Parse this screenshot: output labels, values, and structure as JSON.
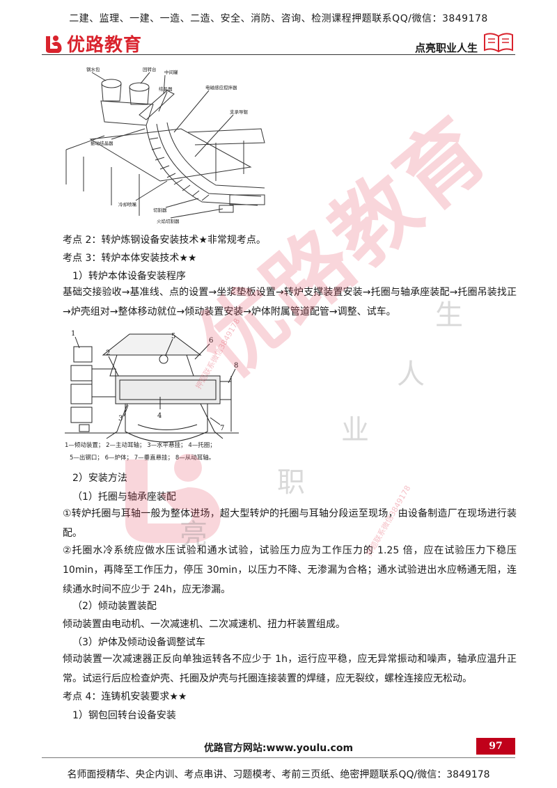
{
  "banner_top": "二建、监理、一建、一造、二造、安全、消防、咨询、检测课程押题联系QQ/微信：3849178",
  "header": {
    "brand": "优路教育",
    "slogan": "点亮职业人生"
  },
  "figure1_labels": {
    "l1": "钢水包",
    "l2": "回转台",
    "l3": "中间罐",
    "l4": "结晶器",
    "l5": "电磁感应搅拌器",
    "l6": "支承导辊",
    "l7": "振动结晶器",
    "l8": "冷却喷嘴",
    "l9": "切割器",
    "l10": "火焰切割器"
  },
  "lines": {
    "k2": "考点 2：转炉炼钢设备安装技术★非常规考点。",
    "k3": "考点 3：转炉本体安装技术★★",
    "s1": "1）转炉本体设备安装程序",
    "proc": "基础交接验收→基准线、点的设置→坐浆垫板设置→转炉支撑装置安装→托圈与轴承座装配→托圈吊装找正→炉壳组对→整体移动就位→倾动装置安装→炉体附属管道配管→调整、试车。",
    "cap1": "1—倾动装置；  2—主动耳轴；  3—水平悬挂；  4—托圈；",
    "cap2": "5—出钢口；  6—炉体；  7—垂直悬挂；  8—从动耳轴。",
    "s2": "2）安装方法",
    "s2_1": "（1）托圈与轴承座装配",
    "p1": "①转炉托圈与耳轴一般为整体进场，超大型转炉的托圈与耳轴分段运至现场，由设备制造厂在现场进行装配。",
    "p2": "②托圈水冷系统应做水压试验和通水试验，试验压力应为工作压力的 1.25 倍，应在试验压力下稳压 10min，再降至工作压力，停压 30min，以压力不降、无渗漏为合格；通水试验进出水应畅通无阻，连续通水时间不应少于 24h，应无渗漏。",
    "s2_2": "（2）倾动装置装配",
    "p3": "倾动装置由电动机、一次减速机、二次减速机、扭力杆装置组成。",
    "s2_3": "（3）炉体及倾动设备调整试车",
    "p4": "倾动装置一次减速器正反向单独运转各不应少于 1h，运行应平稳，应无异常振动和噪声，轴承应温升正常。试运行后应检查炉壳、托圈及炉壳与托圈连接装置的焊缝，应无裂纹，螺栓连接应无松动。",
    "k4": "考点 4：连铸机安装要求★★",
    "s3": "1）钢包回转台设备安装"
  },
  "figure2_numbers": [
    "1",
    "2",
    "3",
    "4",
    "5",
    "6",
    "7",
    "8"
  ],
  "footer": {
    "site": "优路官方网站:www.youlu.com",
    "page": "97"
  },
  "banner_bottom": "名师面授精华、央企内训、考点串讲、习题模考、考前三页纸、绝密押题联系QQ/微信：3849178",
  "watermarks": {
    "big": "优路教育",
    "slogan_chars": [
      "亮",
      "职",
      "业",
      "人",
      "生"
    ],
    "contact": "押题联系微信3849178"
  },
  "colors": {
    "brand_red": "#d9232d",
    "page_badge": "#c0001a"
  }
}
